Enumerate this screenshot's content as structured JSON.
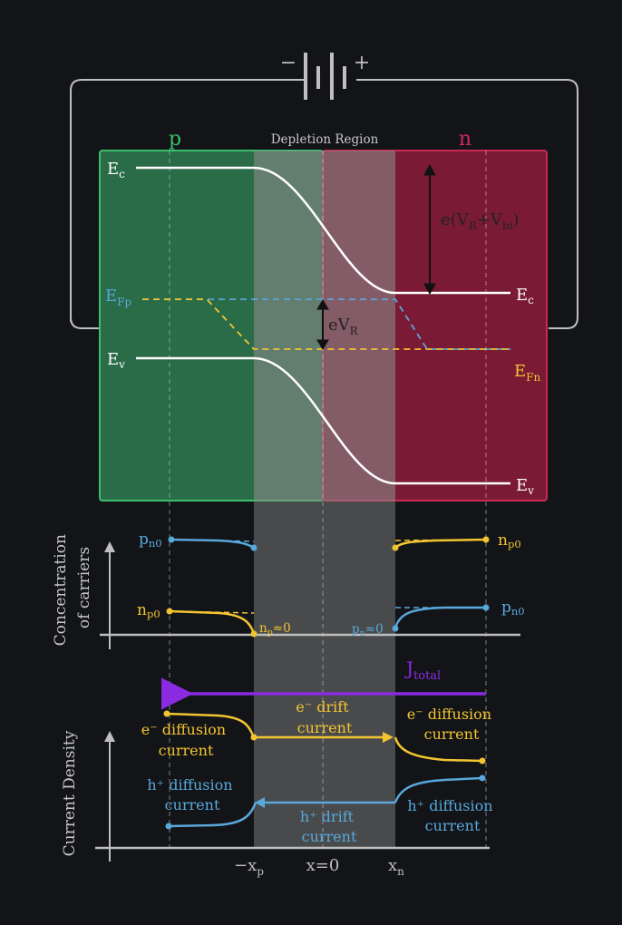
{
  "colors": {
    "background": "#131418",
    "p_region": "#2a6b48",
    "p_border": "#3bbf6a",
    "n_region": "#7a1a35",
    "n_border": "#c72a55",
    "depletion_overlay": "#8c8c8c",
    "band_line": "#ffffff",
    "fermi_p": "#58a8db",
    "fermi_n": "#f2c530",
    "electron": "#f2c530",
    "hole": "#58a8db",
    "total_current": "#8a2be2",
    "axis": "#bfbfbf",
    "wire": "#bfbfbf",
    "label_dark": "#222222"
  },
  "battery": {
    "minus": "−",
    "plus": "+"
  },
  "regions": {
    "p_label": "p",
    "n_label": "n",
    "depletion_label": "Depletion Region"
  },
  "bands": {
    "ec_left": {
      "main": "E",
      "sub": "c"
    },
    "ev_left": {
      "main": "E",
      "sub": "v"
    },
    "ec_right": {
      "main": "E",
      "sub": "c"
    },
    "ev_right": {
      "main": "E",
      "sub": "v"
    },
    "efp": {
      "main": "E",
      "sub": "Fp"
    },
    "efn": {
      "main": "E",
      "sub": "Fn"
    },
    "barrier": {
      "pre": "e(V",
      "sub1": "R",
      "mid": "+V",
      "sub2": "bi",
      "post": ")"
    },
    "bias": {
      "pre": "eV",
      "sub": "R"
    }
  },
  "concentration": {
    "ylabel_line1": "Concentration",
    "ylabel_line2": "of carriers",
    "pn0_left": {
      "main": "p",
      "sub": "n0"
    },
    "np0_left": {
      "main": "n",
      "sub": "p0"
    },
    "np0_right": {
      "main": "n",
      "sub": "p0"
    },
    "pn0_right": {
      "main": "p",
      "sub": "n0"
    },
    "np_approx": {
      "main": "n",
      "sub": "p",
      "tail": "≈0"
    },
    "pn_approx": {
      "main": "p",
      "sub": "n",
      "tail": "≈0"
    }
  },
  "current": {
    "ylabel": "Current Density",
    "j_total": {
      "main": "J",
      "sub": "total"
    },
    "e_drift": [
      "e⁻ drift",
      "current"
    ],
    "e_diff_left": [
      "e⁻ diffusion",
      "current"
    ],
    "e_diff_right": [
      "e⁻ diffusion",
      "current"
    ],
    "h_diff_left": [
      "h⁺ diffusion",
      "current"
    ],
    "h_drift": [
      "h⁺ drift",
      "current"
    ],
    "h_diff_right": [
      "h⁺ diffusion",
      "current"
    ]
  },
  "x_axis": {
    "neg_xp": {
      "main": "−x",
      "sub": "p"
    },
    "zero": "x=0",
    "xn": {
      "main": "x",
      "sub": "n"
    }
  }
}
